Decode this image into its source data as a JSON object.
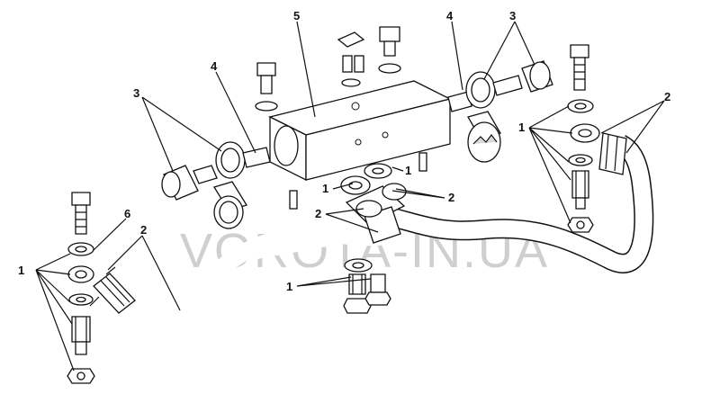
{
  "watermark": "VOROTA-IN.UA",
  "callouts": {
    "c1": "1",
    "c2": "1",
    "c3": "1",
    "c4": "1",
    "c5": "1",
    "c6": "2",
    "c7": "2",
    "c8": "2",
    "c9": "2",
    "c10": "3",
    "c11": "3",
    "c12": "4",
    "c13": "4",
    "c14": "5",
    "c15": "6"
  }
}
